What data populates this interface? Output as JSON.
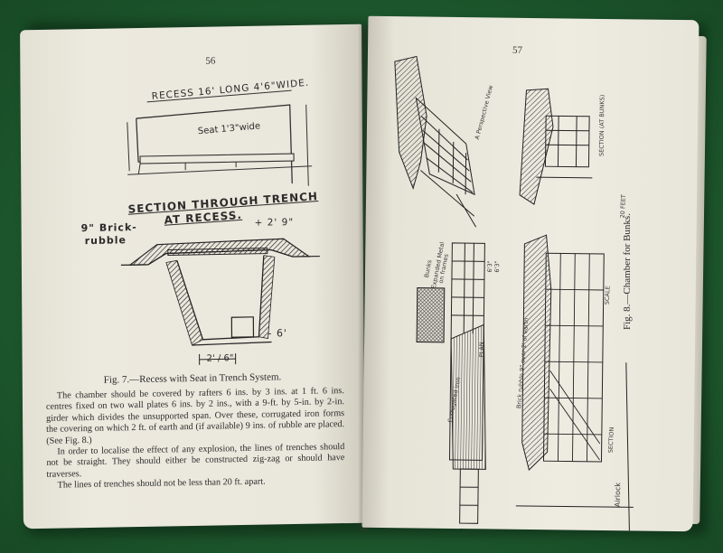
{
  "left_page": {
    "page_number": "56",
    "sketch_top": {
      "title": "RECESS 16' LONG 4'6\"WIDE.",
      "seat_label": "Seat 1'3\"wide"
    },
    "sketch_section": {
      "title_line1": "SECTION THROUGH TRENCH",
      "title_line2": "AT RECESS.",
      "brick_label": "9\" Brick-",
      "rubble_label": "rubble",
      "height_top": "+ 2' 9\"",
      "depth": "- 6'",
      "width_bottom": "2' / 6\""
    },
    "figure_caption": "Fig. 7.—Recess with Seat in Trench System.",
    "paragraphs": [
      "The chamber should be covered by rafters 6 ins. by 3 ins. at 1 ft. 6 ins. centres fixed on two wall plates 6 ins. by 2 ins., with a 9-ft. by 5-in. by 2-in. girder which divides the unsupported span. Over these, corrugated iron forms the covering on which 2 ft. of earth and (if available) 9 ins. of rubble are placed. (See Fig. 8.)",
      "In order to localise the effect of any explosion, the lines of trenches should not be straight. They should either be constructed zig-zag or should have traverses.",
      "The lines of trenches should not be less than 20 ft. apart."
    ]
  },
  "right_page": {
    "page_number": "57",
    "labels": {
      "perspective": "A Perspective View",
      "section_bunks": "SECTION (AT BUNKS)",
      "bunks": "Bunks",
      "expanded_metal": "Expanded Metal",
      "on_frames": "on frames",
      "dim1": "6'3\"",
      "dim2": "6'3\"",
      "plan": "PLAN",
      "corrugated_iron": "Corrugated iron",
      "brick_rubble": "Brick rubble 9\" over 2' of earth",
      "section": "SECTION",
      "scale": "SCALE",
      "airlock": "Airlock",
      "feet": "20 FEET"
    },
    "figure_caption": "Fig. 8.—Chamber for Bunks."
  }
}
